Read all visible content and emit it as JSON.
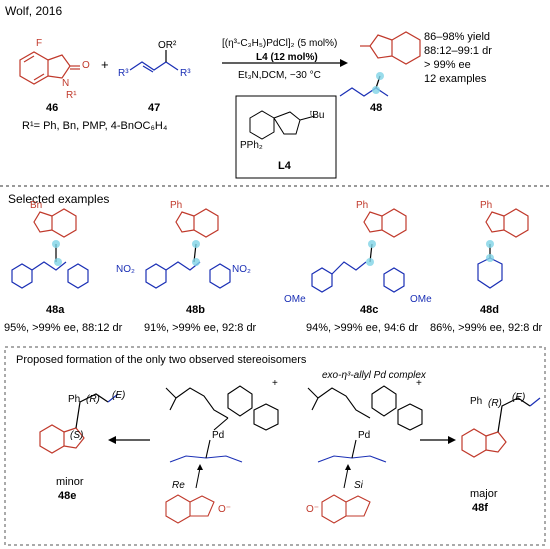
{
  "header": {
    "citation": "Wolf, 2016"
  },
  "scheme": {
    "sm46_label": "46",
    "sm47_label": "47",
    "plus": "+",
    "r1_def": "R¹= Ph, Bn, PMP, 4-BnOC₆H₄",
    "atoms": {
      "F": "F",
      "N": "N",
      "R1": "R¹",
      "O": "O",
      "OR2": "OR²",
      "R3a": "R³",
      "R3b": "R³"
    },
    "cond_line1": "[(η³-C₃H₅)PdCl]₂ (5 mol%)",
    "cond_line2": "L4 (12 mol%)",
    "cond_line3": "Et₃N,DCM, −30 °C",
    "ligand_label": "L4",
    "ligand_pph2": "PPh₂",
    "ligand_tbu": "ᵗBu",
    "product_label": "48",
    "results": [
      "86–98% yield",
      "88:12–99:1 dr",
      "> 99% ee",
      "12 examples"
    ]
  },
  "selected": {
    "heading": "Selected examples",
    "examples": [
      {
        "n_sub": "Bn",
        "label": "48a",
        "stats": "95%, >99% ee, 88:12 dr"
      },
      {
        "n_sub": "Ph",
        "label": "48b",
        "stats": "91%, >99% ee, 92:8 dr",
        "subst": "NO₂"
      },
      {
        "n_sub": "Ph",
        "label": "48c",
        "stats": "94%, >99% ee, 94:6 dr",
        "subst": "OMe"
      },
      {
        "n_sub": "Ph",
        "label": "48d",
        "stats": "86%, >99% ee, 92:8 dr"
      }
    ]
  },
  "mechanism": {
    "title": "Proposed formation of the only two observed stereoisomers",
    "complex_label": "exo-η³-allyl Pd complex",
    "minor_label": "minor",
    "minor_id": "48e",
    "major_label": "major",
    "major_id": "48f",
    "face_re": "Re",
    "face_si": "Si",
    "stereo_R": "(R)",
    "stereo_E": "(E)",
    "stereo_S": "(S)",
    "pd": "Pd",
    "plus_charge": "+",
    "ph": "Ph",
    "o_minus": "O⁻"
  }
}
